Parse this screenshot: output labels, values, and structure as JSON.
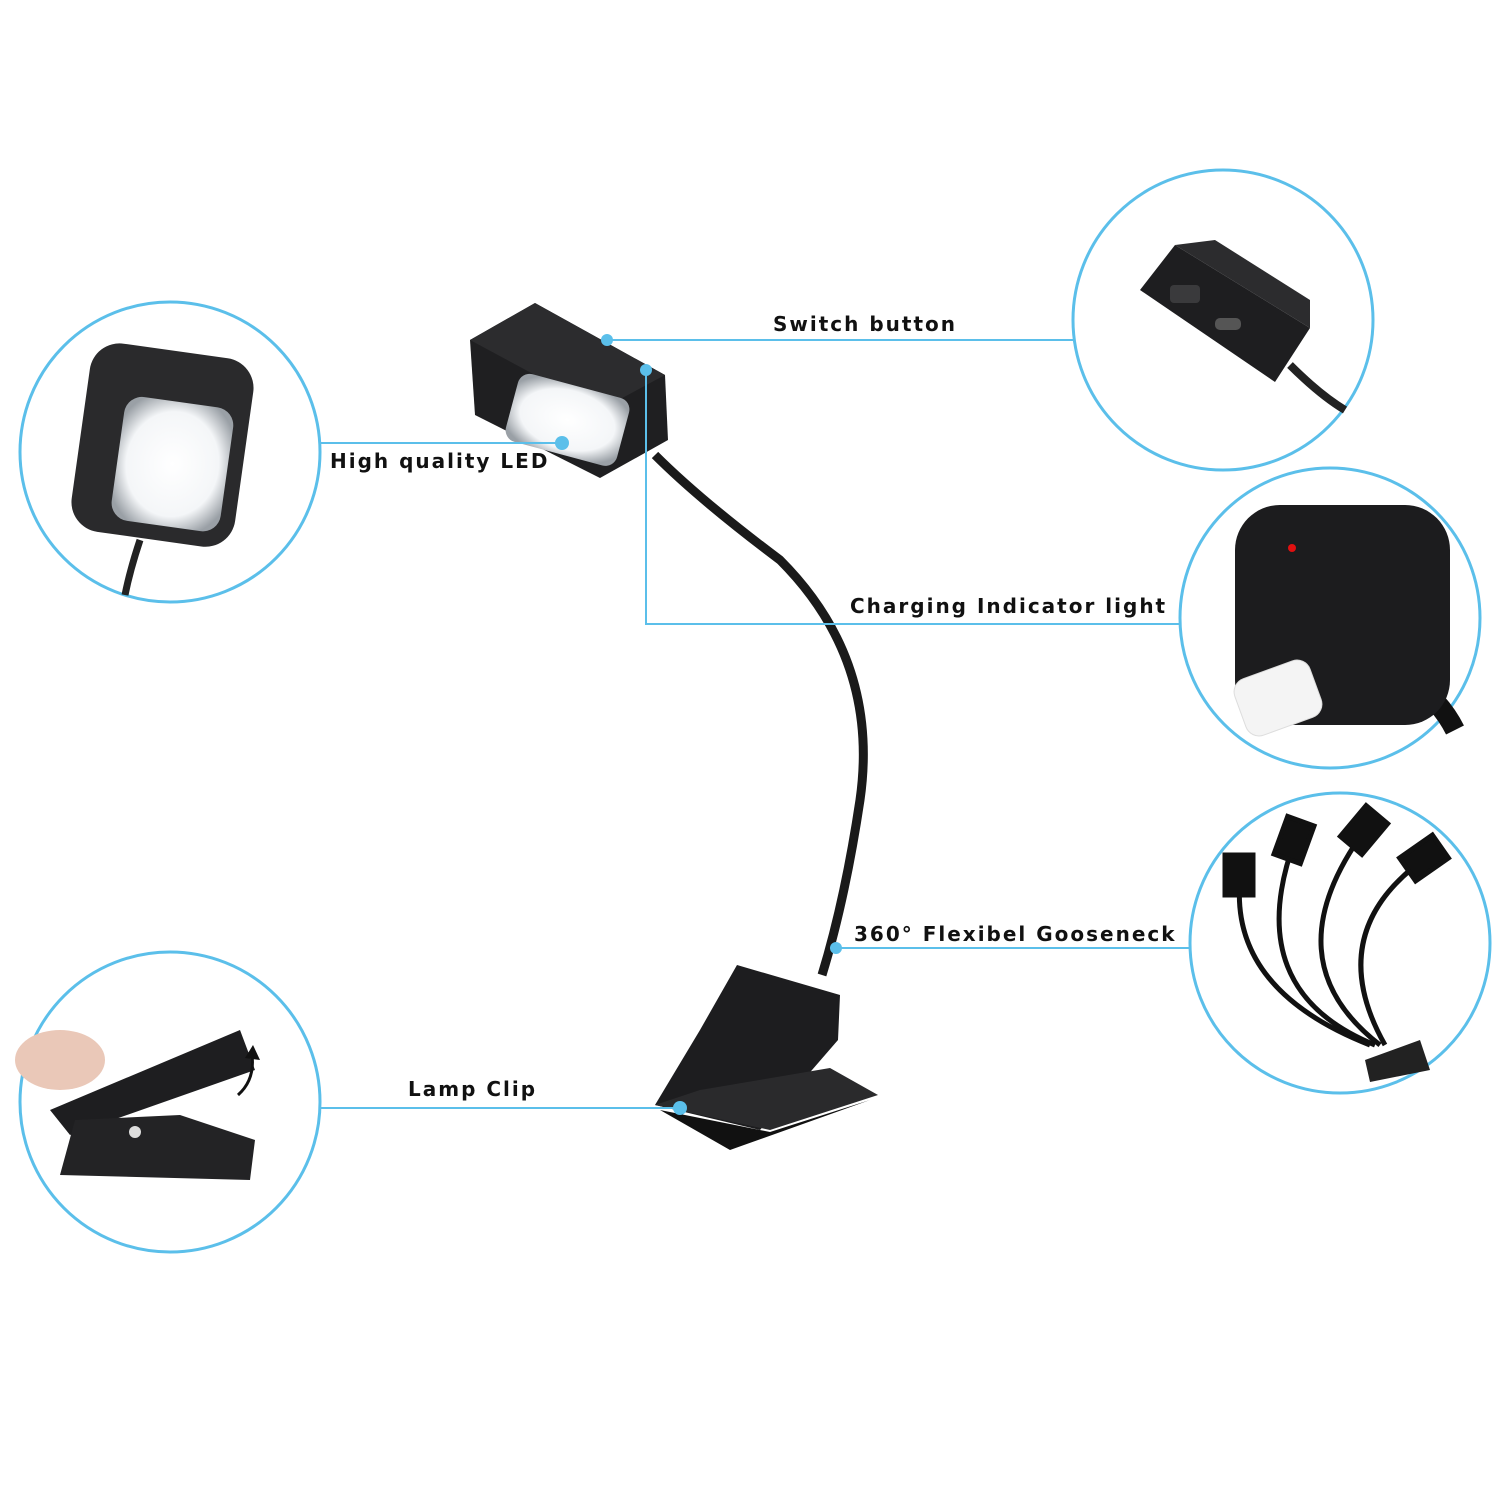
{
  "accent_color": "#5bbfea",
  "callouts": [
    {
      "id": "switch",
      "label": "Switch button"
    },
    {
      "id": "led",
      "label": "High quality LED"
    },
    {
      "id": "charging",
      "label": "Charging Indicator light"
    },
    {
      "id": "gooseneck",
      "label": "360° Flexibel Gooseneck"
    },
    {
      "id": "clip",
      "label": "Lamp Clip"
    }
  ]
}
